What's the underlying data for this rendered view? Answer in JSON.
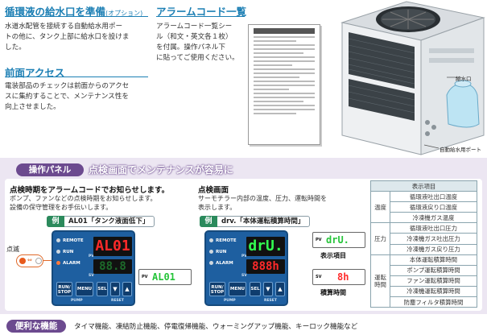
{
  "supply": {
    "title": "循環液の給水口を準備",
    "option": "(オプション)",
    "lines": [
      "水道水配管を接続する自動給水用ポー",
      "トの他に、タンク上部に給水口を設けま",
      "した。"
    ]
  },
  "front": {
    "title": "前面アクセス",
    "lines": [
      "電装部品のチェックは前面からのアクセ",
      "スに集約することで、メンテナンス性を",
      "向上させました。"
    ]
  },
  "alarm_list": {
    "title": "アラームコード一覧",
    "lines": [
      "アラームコード一覧シー",
      "ル（和文・英文各１枚）",
      "を付属。操作パネル下",
      "に貼ってご使用ください。"
    ]
  },
  "product_labels": {
    "inlet": "給水口",
    "auto_port": "自動給水用ポート"
  },
  "band": {
    "pill": "操作パネル",
    "subtitle": "点検画面でメンテナンスが容易に"
  },
  "left_section": {
    "title": "点検時期をアラームコードでお知らせします。",
    "lines": [
      "ポンプ、ファンなどの点検時期をお知らせします。",
      "設備の保守管理をお手伝いします。"
    ],
    "example_tag": "例",
    "example_text": "AL01「タンク液面低下」",
    "blink_label": "点滅",
    "display_top": "AL01",
    "display_bottom": "88.8",
    "pv_label": "PV",
    "pv_value": "AL01"
  },
  "right_section": {
    "title": "点検画面",
    "lines": [
      "サーモチラー内部の温度、圧力、運転時間を",
      "表示します。"
    ],
    "example_tag": "例",
    "example_text": "drv.「本体運転積算時間」",
    "display_top": "drU.",
    "display_bottom": "888h",
    "pv_label": "PV",
    "pv_value": "drU.",
    "sv_label": "SV",
    "sv_value": "8h",
    "label_item": "表示項目",
    "label_hours": "積算時間"
  },
  "panel": {
    "leds": [
      "REMOTE",
      "RUN",
      "ALARM"
    ],
    "pv": "PV",
    "sv": "SV",
    "btn_run": "RUN/\nSTOP",
    "btn_menu": "MENU",
    "btn_sel": "SEL",
    "pump": "PUMP",
    "reset": "RESET"
  },
  "table": {
    "header": "表示項目",
    "groups": [
      {
        "name": "温度",
        "rows": [
          "循環液吐出口温度",
          "循環液戻り口温度",
          "冷凍機ガス温度"
        ]
      },
      {
        "name": "圧力",
        "rows": [
          "循環液吐出口圧力",
          "冷凍機ガス吐出圧力",
          "冷凍機ガス戻り圧力"
        ]
      },
      {
        "name": "運転\n時間",
        "rows": [
          "本体運転積算時間",
          "ポンプ運転積算時間",
          "ファン運転積算時間",
          "冷凍機運転積算時間",
          "防塵フィルタ積算時間"
        ]
      }
    ]
  },
  "bottom": {
    "pill": "便利な機能",
    "text": "タイマ機能、凍結防止機能、停電復帰機能、ウォーミングアップ機能、キーロック機能など"
  },
  "colors": {
    "heading": "#1c7fb4",
    "band": "#6c4a8f",
    "band_bg": "#ece6f2",
    "panel": "#1e5fa0",
    "red_led": "#ff2a2a",
    "green_led": "#32ff50"
  }
}
